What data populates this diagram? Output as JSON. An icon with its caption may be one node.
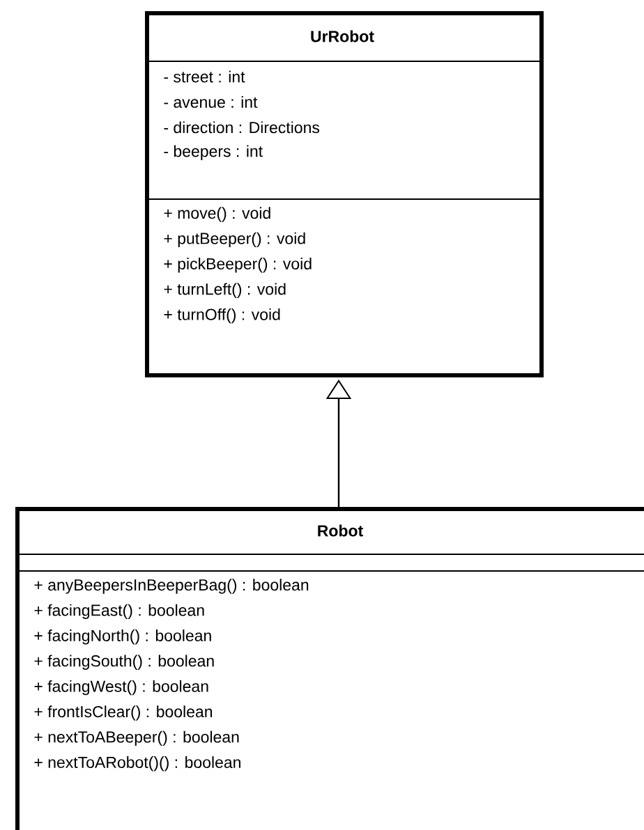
{
  "diagram": {
    "nodes": [
      {
        "text": [
          "UrRobot",
          "- street : int",
          "- avenue : int",
          "- direction : Directions",
          "- beepers : int",
          "+ move() : void",
          "+ putBeeper() : void",
          "+ pickBeeper() : void",
          "+ turnLeft() : void",
          "+ turnOff() : void"
        ]
      },
      {
        "text": [
          "Robot",
          "+ anyBeepersInBeeperBag() : boolean",
          "+ facingEast() : boolean",
          "+ facingNorth() : boolean",
          "+ facingSouth() : boolean",
          "+ facingWest() : boolean",
          "+ frontIsClear() : boolean",
          "+ nextToABeeper() : boolean",
          "+ nextToARobot()() : boolean"
        ]
      }
    ],
    "edges": [
      {
        "from": 1,
        "to": 0,
        "arrow": "to"
      }
    ]
  }
}
